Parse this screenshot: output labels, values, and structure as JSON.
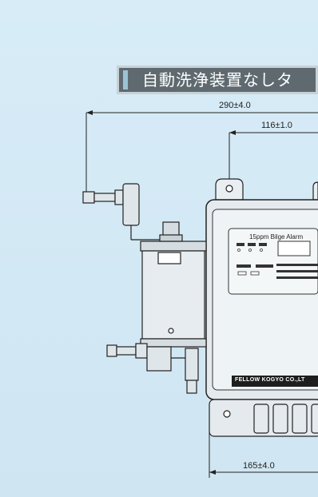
{
  "title": "自動洗浄装置なしタ",
  "dimensions": {
    "overall_width": "290±4.0",
    "bracket_offset": "116±1.0",
    "base_width": "165±4.0"
  },
  "device": {
    "panel_label": "15ppm Bilge Alarm",
    "maker_plate": "FELLOW KOGYO CO.,LT"
  },
  "colors": {
    "background": "#d4e9f5",
    "title_band": "#5f6a70",
    "line": "#222222"
  }
}
